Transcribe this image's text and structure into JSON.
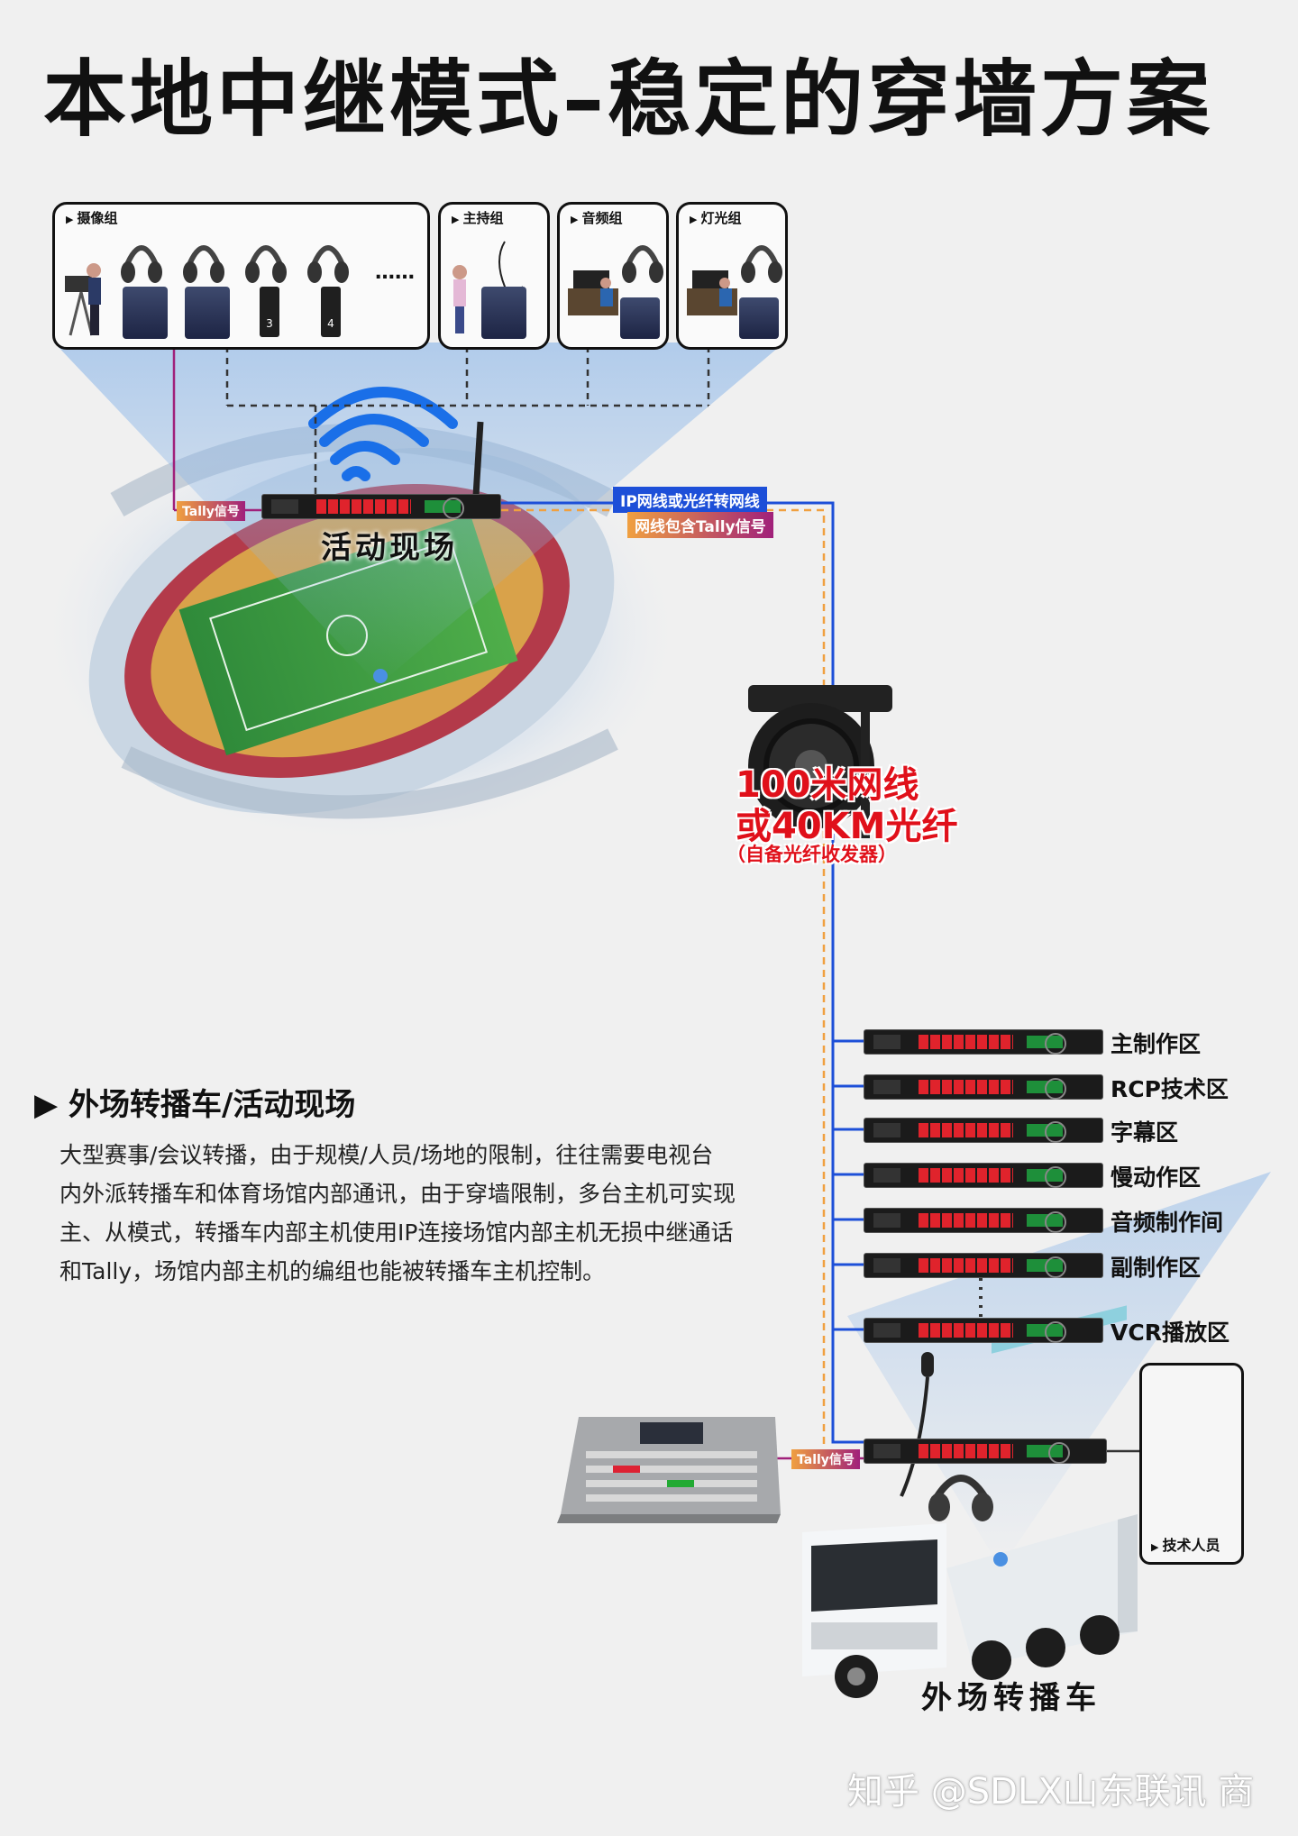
{
  "title": "本地中继模式–稳定的穿墙方案",
  "groups": [
    {
      "label": "摄像组"
    },
    {
      "label": "主持组"
    },
    {
      "label": "音频组"
    },
    {
      "label": "灯光组"
    }
  ],
  "dots": "……",
  "badges": {
    "pack3": "3",
    "pack4": "4"
  },
  "tally_top": "Tally信号",
  "link_line1": "IP网线或光纤转网线",
  "link_line2": "网线包含Tally信号",
  "venue_label": "活动现场",
  "cable_line1": "100米网线",
  "cable_line2": "或40KM光纤",
  "cable_note": "（自备光纤收发器）",
  "zones": [
    "主制作区",
    "RCP技术区",
    "字幕区",
    "慢动作区",
    "音频制作间",
    "副制作区",
    "VCR播放区"
  ],
  "section_title": "外场转播车/活动现场",
  "paragraph": [
    "大型赛事/会议转播，由于规模/人员/场地的限制，往往需要电视台",
    "内外派转播车和体育场馆内部通讯，由于穿墙限制，多台主机可实现",
    "主、从模式，转播车内部主机使用IP连接场馆内部主机无损中继通话",
    "和Tally，场馆内部主机的编组也能被转播车主机控制。"
  ],
  "tally_bottom": "Tally信号",
  "tech_label": "技术人员",
  "truck_label": "外场转播车",
  "watermark": "知乎 @SDLX山东联讯 商",
  "colors": {
    "ip_blue": "#1d4fd8",
    "tally_orange": "#f0a040",
    "tally_purple": "#a0207a",
    "cable_red": "#e0101a"
  }
}
